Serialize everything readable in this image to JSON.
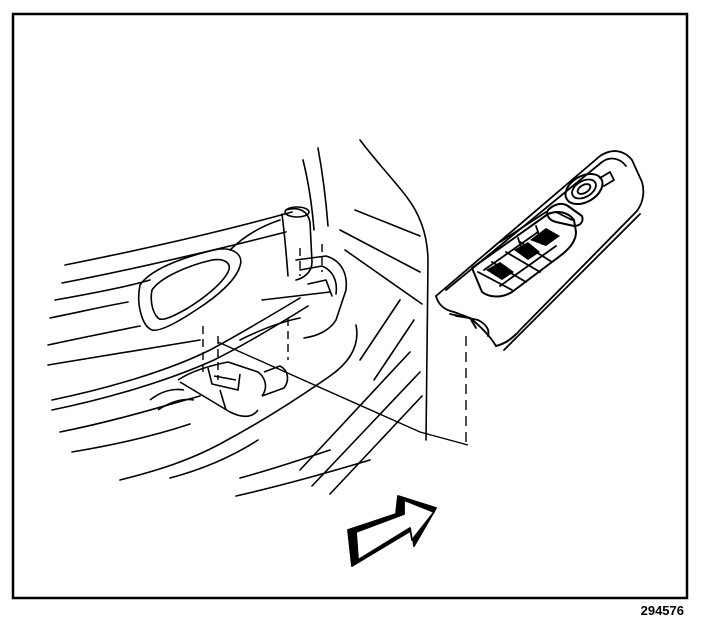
{
  "figure": {
    "number": "294576"
  },
  "colors": {
    "ink": "#000000",
    "paper": "#ffffff"
  },
  "illustration": {
    "parts": [
      "door-trim-panel",
      "armrest",
      "pull-handle-cup",
      "mounting-clip",
      "window-switch-panel",
      "insertion-arrow"
    ]
  }
}
